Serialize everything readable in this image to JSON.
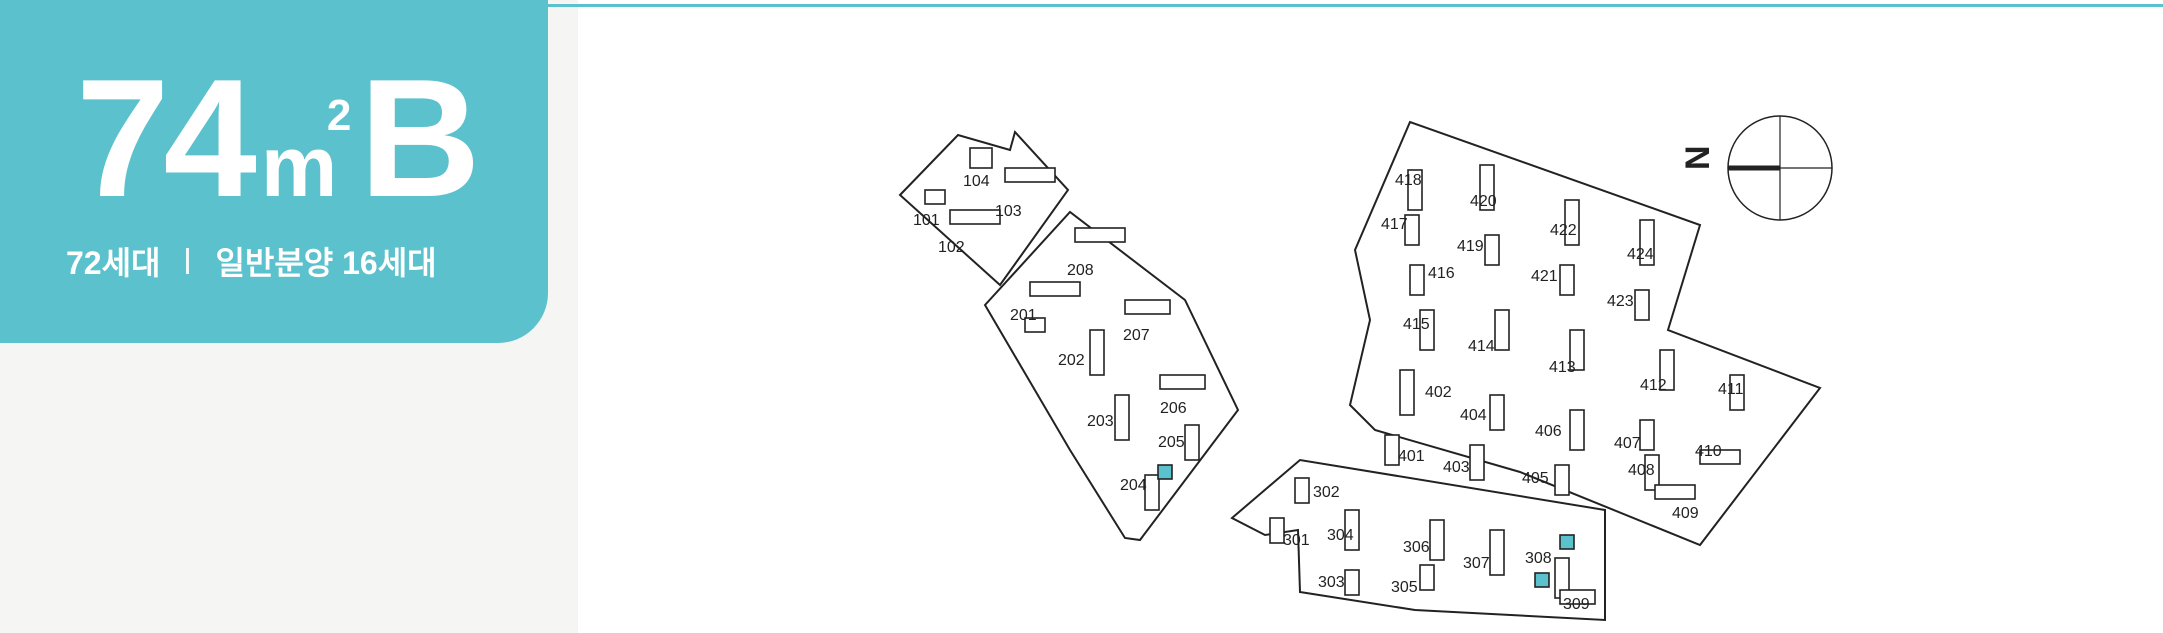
{
  "header": {
    "area_number": "74",
    "area_unit": "m",
    "area_unit_sup": "2",
    "area_type": "B",
    "total_units": "72세대",
    "general_sale": "일반분양 16세대"
  },
  "map": {
    "compass_label": "N",
    "highlight_color": "#5bc2cd",
    "buildings": [
      "101",
      "102",
      "103",
      "104",
      "201",
      "202",
      "203",
      "204",
      "205",
      "206",
      "207",
      "208",
      "301",
      "302",
      "303",
      "304",
      "305",
      "306",
      "307",
      "308",
      "309",
      "401",
      "402",
      "403",
      "404",
      "405",
      "406",
      "407",
      "408",
      "409",
      "410",
      "411",
      "412",
      "413",
      "414",
      "415",
      "416",
      "417",
      "418",
      "419",
      "420",
      "421",
      "422",
      "423",
      "424"
    ],
    "highlighted_units": [
      "204",
      "308"
    ]
  }
}
